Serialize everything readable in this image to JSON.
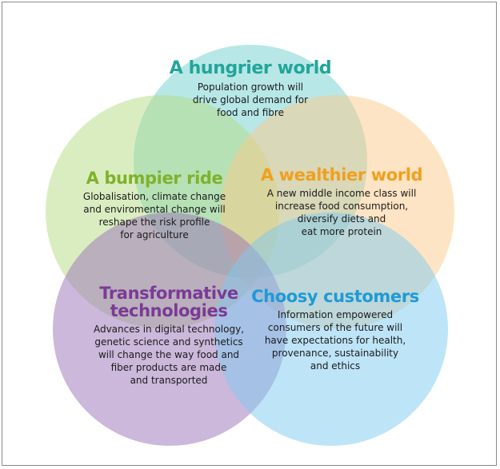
{
  "colors": {
    "hungrier": "#22a59a",
    "bumpier": "#7fb22a",
    "wealthier": "#f0a01e",
    "transformative": "#7b3a96",
    "choosy": "#1e9ad6",
    "fill_teal": "#6fd0cf",
    "fill_green": "#b6dc84",
    "fill_orange": "#fbc98a",
    "fill_purple": "#9a72b8",
    "fill_blue": "#7ec9ef"
  },
  "regions": {
    "hungrier": {
      "title": "A hungrier world",
      "lines": [
        "Population growth will",
        "drive global demand for",
        "food and fibre"
      ]
    },
    "bumpier": {
      "title": "A bumpier ride",
      "lines": [
        "Globalisation, climate change",
        "and enviromental change will",
        "reshape the risk profile",
        "for agriculture"
      ]
    },
    "wealthier": {
      "title": "A wealthier world",
      "lines": [
        "A new middle income class will",
        "increase food consumption,",
        "diversify diets and",
        "eat more protein"
      ]
    },
    "transformative": {
      "title_lines": [
        "Transformative",
        "technologies"
      ],
      "lines": [
        "Advances in digital technology,",
        "genetic science and synthetics",
        "will change the way food and",
        "fiber products are made",
        "and transported"
      ]
    },
    "choosy": {
      "title": "Choosy customers",
      "lines": [
        "Information empowered",
        "consumers of the future will",
        "have expectations for health,",
        "provenance, sustainability",
        "and ethics"
      ]
    }
  }
}
